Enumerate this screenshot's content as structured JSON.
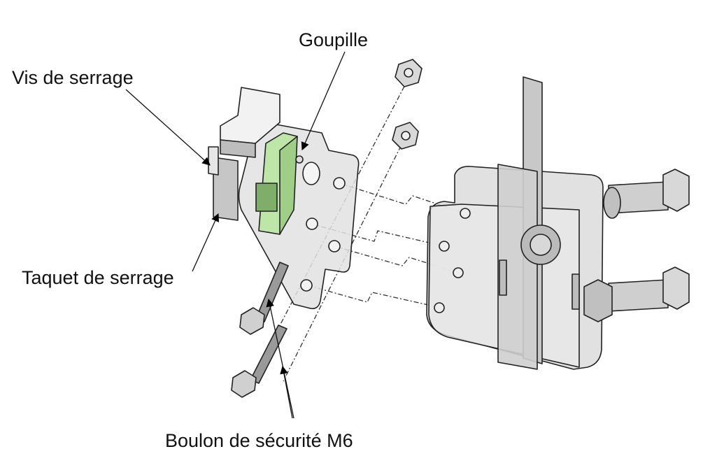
{
  "labels": {
    "goupille": "Goupille",
    "vis_de_serrage": "Vis de serrage",
    "taquet_de_serrage": "Taquet de serrage",
    "boulon_de_securite": "Boulon de sécurité M6"
  },
  "colors": {
    "highlight_part": "#a9dc8f",
    "part_fill": "#d9d9d9",
    "line": "#222222"
  }
}
